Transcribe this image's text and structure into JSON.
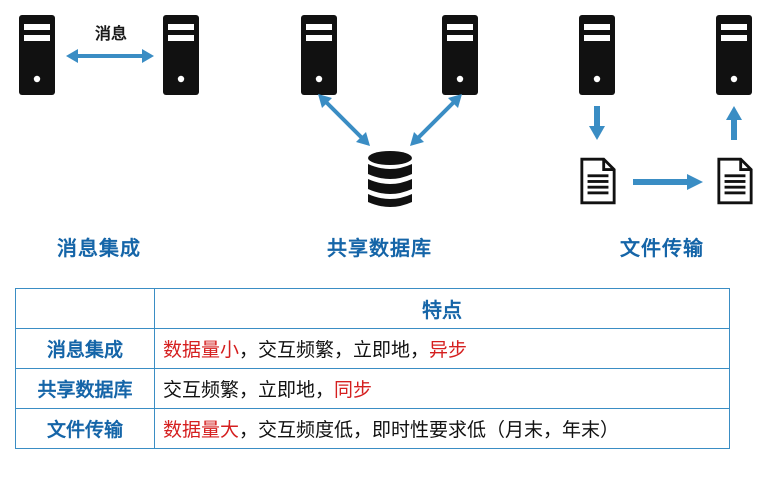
{
  "diagram": {
    "message_label": "消息",
    "captions": {
      "message_integration": "消息集成",
      "shared_database": "共享数据库",
      "file_transfer": "文件传输"
    }
  },
  "table": {
    "header": "特点",
    "rows": [
      {
        "name": "消息集成",
        "parts": [
          {
            "text": "数据量小",
            "red": true
          },
          {
            "text": "，交互频繁，立即地，",
            "red": false
          },
          {
            "text": "异步",
            "red": true
          }
        ]
      },
      {
        "name": "共享数据库",
        "parts": [
          {
            "text": "交互频繁，立即地，",
            "red": false
          },
          {
            "text": "同步",
            "red": true
          }
        ]
      },
      {
        "name": "文件传输",
        "parts": [
          {
            "text": "数据量大",
            "red": true
          },
          {
            "text": "，交互频度低，即时性要求低（月末，年末）",
            "red": false
          }
        ]
      }
    ]
  },
  "colors": {
    "accent_blue": "#3a8dc4",
    "heading_blue": "#1565a8",
    "highlight_red": "#d51f1f",
    "icon_black": "#111111"
  }
}
